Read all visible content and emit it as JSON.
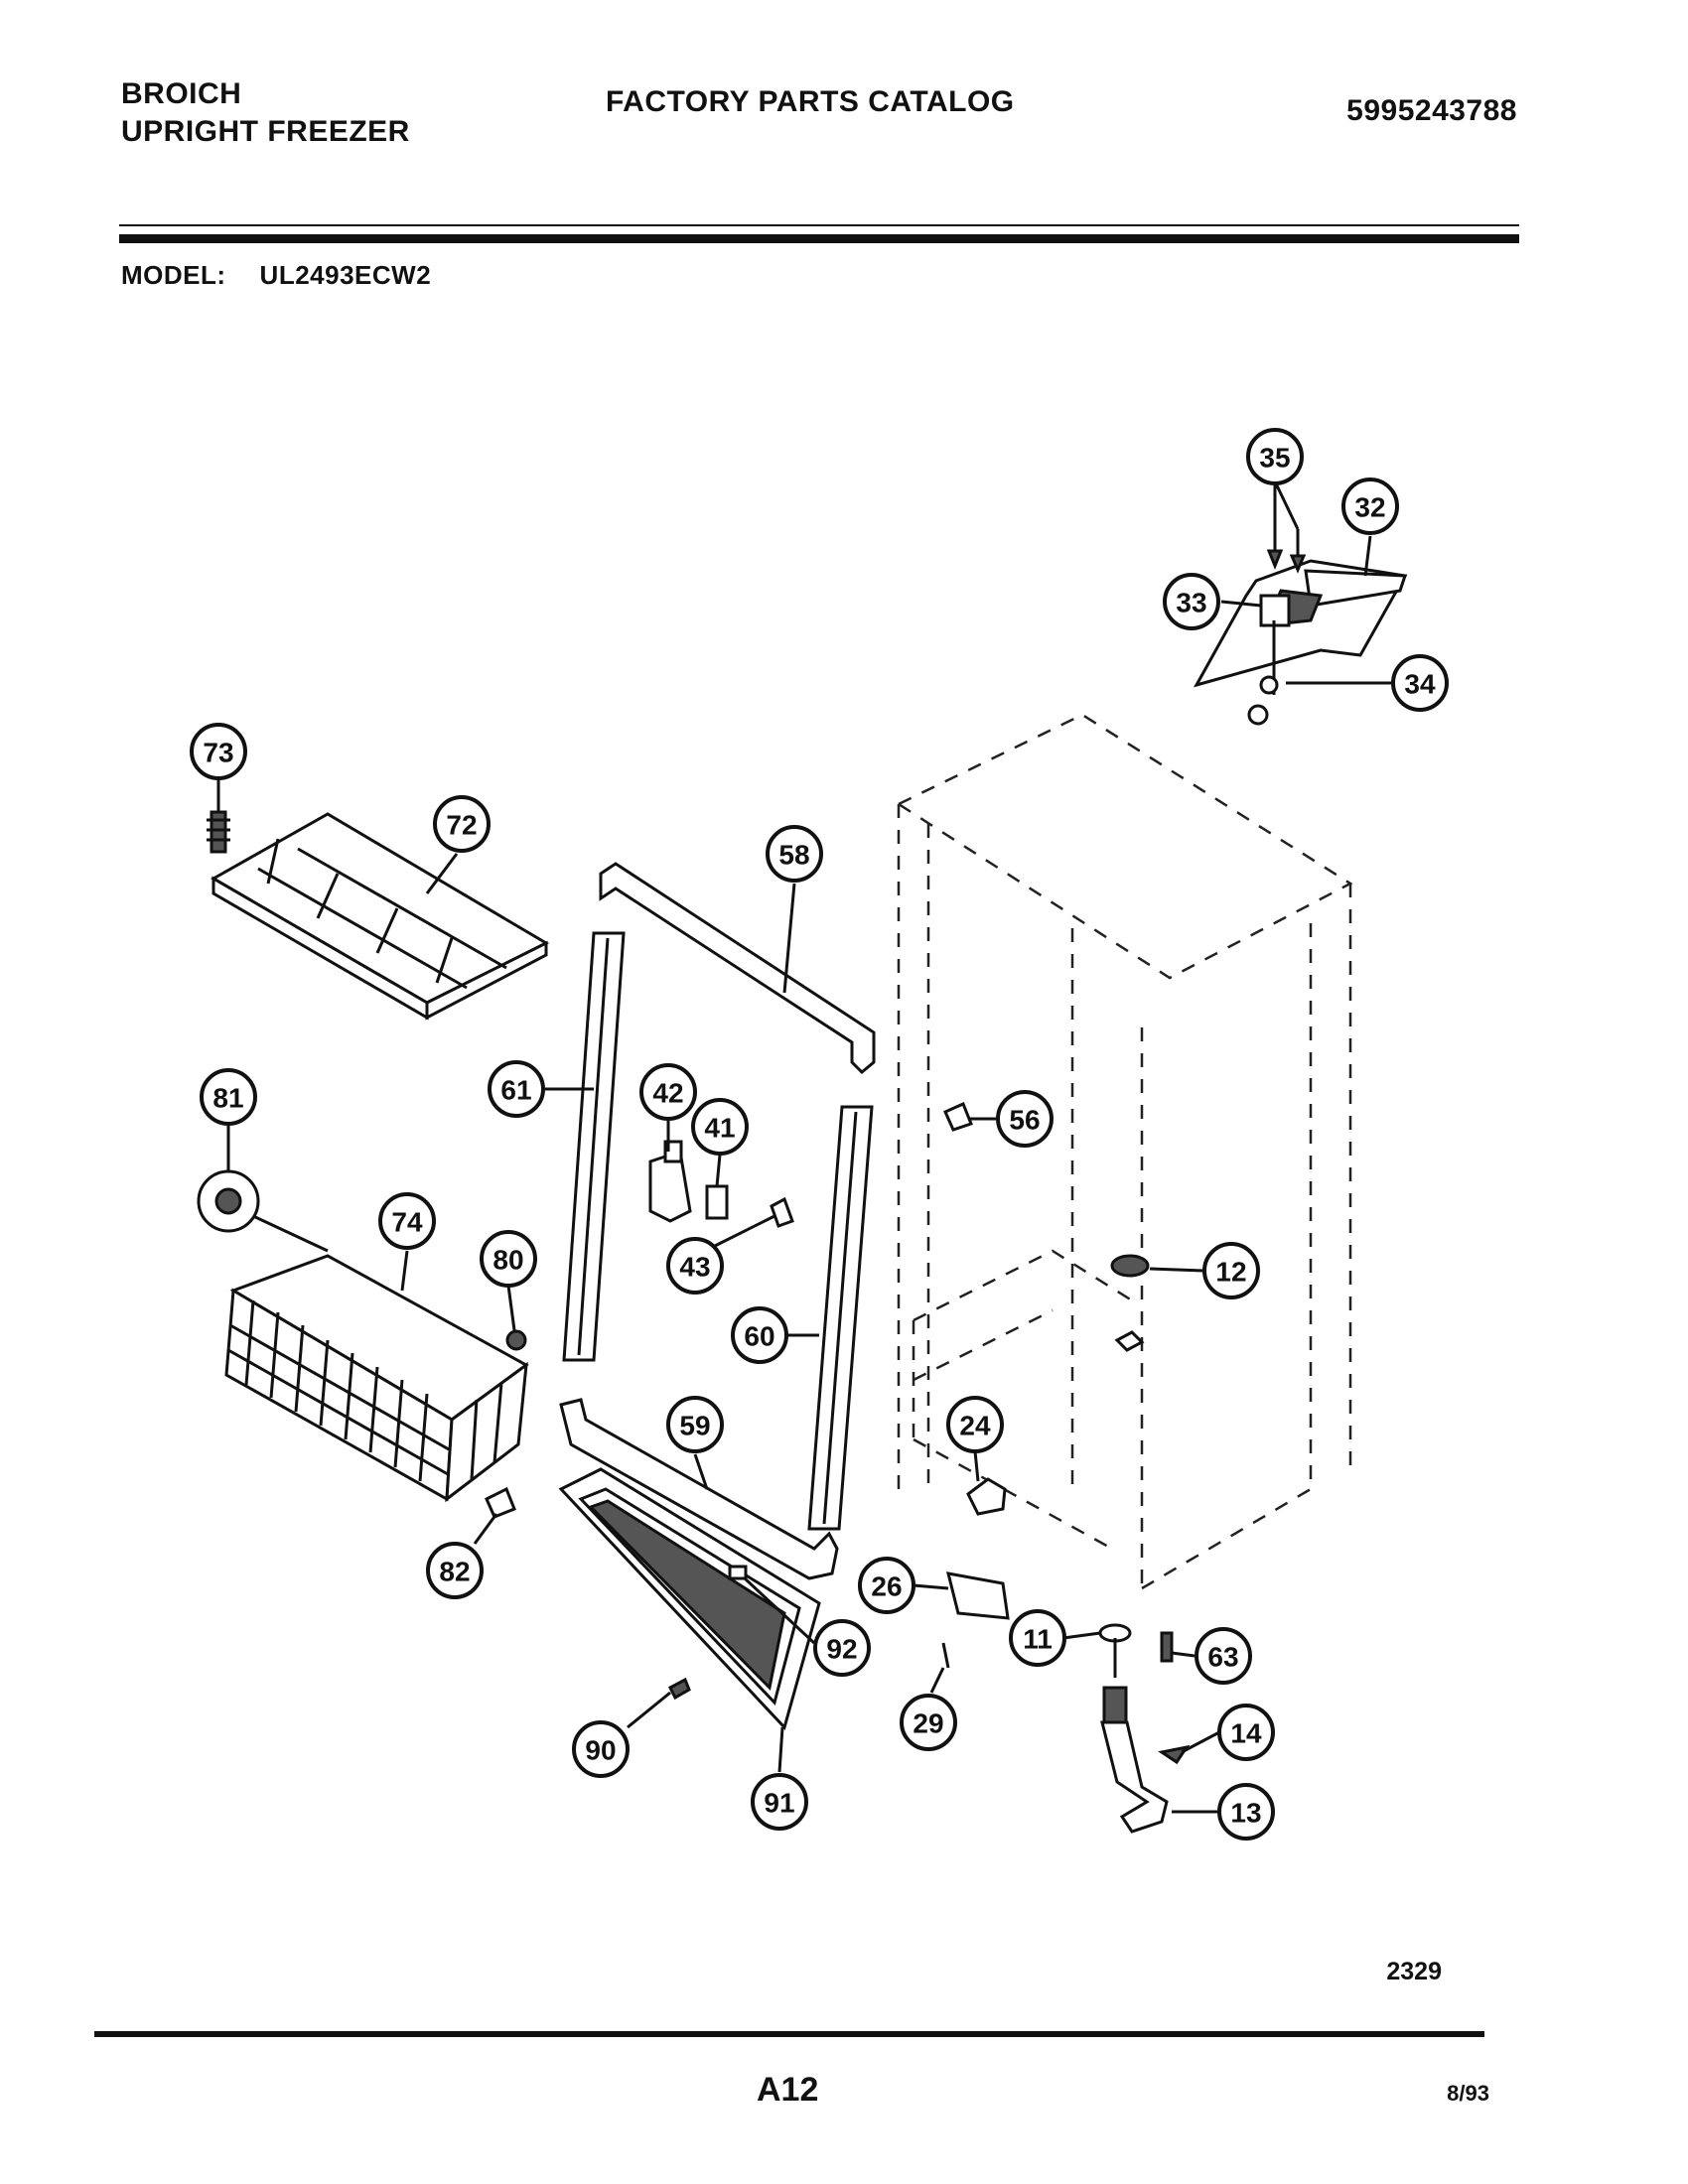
{
  "header": {
    "brand": "BROICH",
    "product": "UPRIGHT FREEZER",
    "catalog_title": "FACTORY PARTS CATALOG",
    "catalog_number": "5995243788",
    "model_label": "MODEL:",
    "model_value": "UL2493ECW2"
  },
  "footer": {
    "drawing_number": "2329",
    "page": "A12",
    "date": "8/93"
  },
  "callouts": [
    "35",
    "32",
    "33",
    "34",
    "73",
    "72",
    "58",
    "61",
    "42",
    "41",
    "56",
    "81",
    "74",
    "80",
    "43",
    "60",
    "12",
    "59",
    "24",
    "82",
    "26",
    "92",
    "11",
    "63",
    "29",
    "90",
    "14",
    "91",
    "13"
  ]
}
